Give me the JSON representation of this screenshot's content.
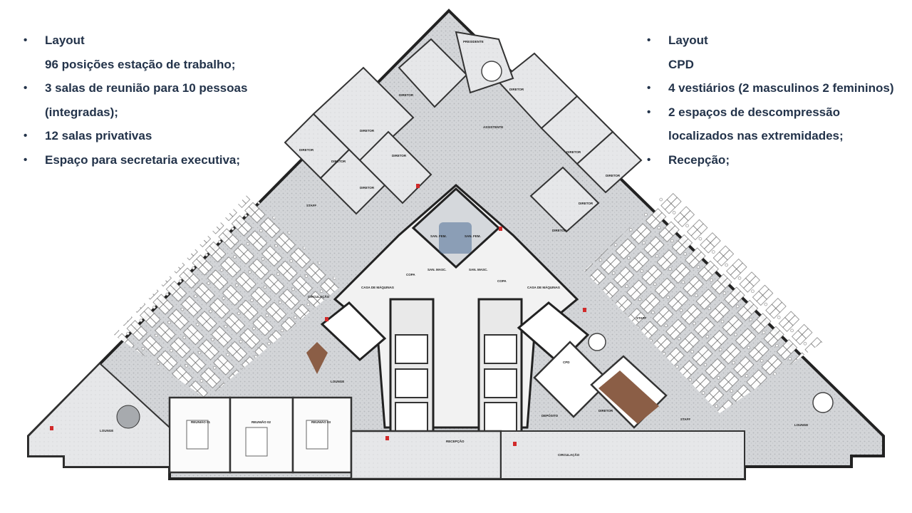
{
  "left_notes": [
    {
      "lines": [
        "Layout",
        "96 posições estação de trabalho;"
      ]
    },
    {
      "lines": [
        "3 salas de reunião para 10 pessoas",
        "(integradas);"
      ]
    },
    {
      "lines": [
        "12 salas privativas"
      ]
    },
    {
      "lines": [
        "Espaço para secretaria executiva;"
      ]
    }
  ],
  "right_notes": [
    {
      "lines": [
        "Layout",
        "CPD"
      ]
    },
    {
      "lines": [
        "4 vestiários (2 masculinos 2 femininos)"
      ]
    },
    {
      "lines": [
        "2 espaços de descompressão",
        "localizados nas extremidades;"
      ]
    },
    {
      "lines": [
        "Recepção;"
      ]
    }
  ],
  "plan_labels": {
    "presidente": "PRESIDENTE",
    "diretor": "DIRETOR",
    "assistente": "ASSISTENTE",
    "staff": "STAFF",
    "circulacao": "CIRCULAÇÃO",
    "copa": "COPA",
    "casa_maquinas": "CASA DE MÁQUINAS",
    "san_fem": "SAN. FEM.",
    "san_masc": "SAN. MASC.",
    "cpd": "CPD",
    "lounge": "LOUNGE",
    "reuniao_01": "REUNIÃO 01",
    "reuniao_02": "REUNIÃO 02",
    "reuniao_03": "REUNIÃO 03",
    "recepcao": "RECEPÇÃO",
    "deposito": "DEPÓSITO"
  }
}
